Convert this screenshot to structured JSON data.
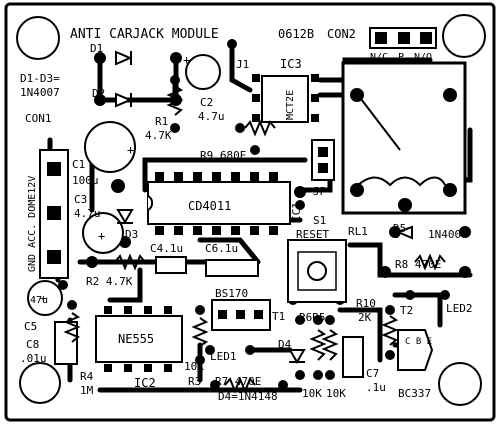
{
  "board": {
    "title": "ANTI CARJACK MODULE",
    "code": "0612B",
    "con2": {
      "label": "CON2",
      "pins": [
        "N/C",
        "P",
        "N/O"
      ]
    }
  },
  "labels": {
    "d1": "D1",
    "d2": "D2",
    "d1d3": "D1-D3=",
    "d1d3_part": "1N4007",
    "j1": "J1",
    "ic3": "IC3",
    "ic3_part": "MCT2E",
    "c2": "C2",
    "c2_val": "4.7u",
    "r1": "R1",
    "r1_val": "4.7K",
    "r9": "R9 680E",
    "con1": "CON1",
    "con1_pins": "GND ACC. DOME12V",
    "c1": "C1",
    "c1_val": "100u",
    "c3": "C3",
    "c3_val": "4.7u",
    "d3": "D3",
    "ic1_part": "CD4011",
    "ic1": "IC1",
    "jp": "JP",
    "s1": "S1",
    "reset": "RESET",
    "rl1": "RL1",
    "d5": "D5",
    "d5_part": "1N4007",
    "r8": "R8 470E",
    "c4": "C4.1u",
    "c6": "C6.1u",
    "r2": "R2 4.7K",
    "c_47u": "47u",
    "bs170": "BS170",
    "t1": "T1",
    "r6r5": "R6R5",
    "r10": "R10",
    "r10_val": "2K",
    "t2": "T2",
    "led2": "LED2",
    "c5": "C5",
    "c8": "C8",
    "c8_val": ".01u",
    "ne555": "NE555",
    "led1": "LED1",
    "d4": "D4",
    "c7": "C7",
    "c7_val": ".1u",
    "r4": "R4",
    "r4_val": "1M",
    "ic2": "IC2",
    "r3": "R3",
    "r3_val": "10K",
    "r7": "R7 470E",
    "d4_note": "D4=1N4148",
    "r6_val": "10K",
    "r5_val": "10K",
    "bc337": "BC337",
    "cbe": "C B E",
    "plus": "+"
  }
}
